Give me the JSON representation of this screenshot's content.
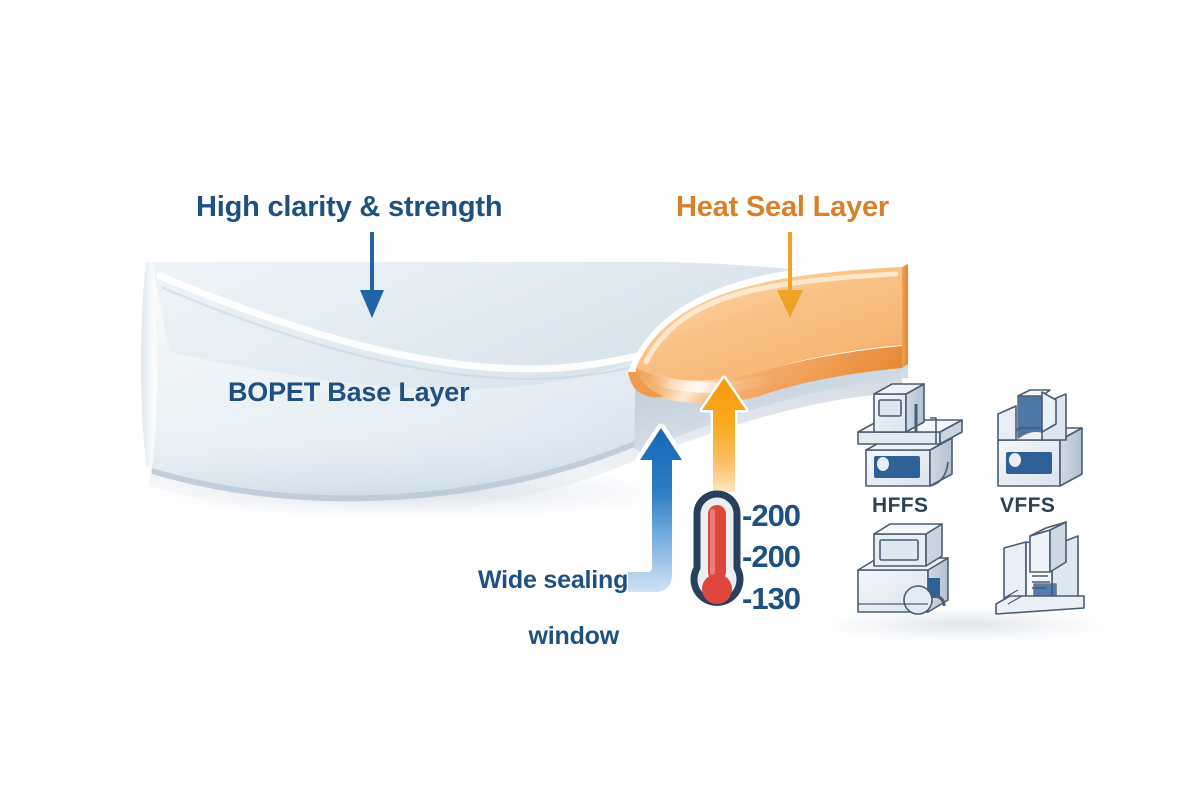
{
  "diagram": {
    "title_alt": "BOPET heat seal film structure",
    "background_color": "#ffffff"
  },
  "labels": {
    "high_clarity": "High clarity & strength",
    "heat_seal": "Heat Seal Layer",
    "base_layer": "BOPET Base Layer",
    "wide_sealing_line1": "Wide sealing",
    "wide_sealing_line2": "window"
  },
  "colors": {
    "blue_text": "#1f5180",
    "orange_text": "#d9812a",
    "dark_text": "#2b4254",
    "arrow_blue": "#1b6cb5",
    "arrow_orange": "#f6a01e",
    "film_base": "#dfe8ee",
    "heat_seal_fill": "#f8bd7c",
    "thermometer_red": "#e0473c",
    "thermometer_outline": "#27405c",
    "machine_blue": "#2f6096"
  },
  "thermometer": {
    "name": "sealing-temperature-thermometer",
    "readings": [
      "-200",
      "-200",
      "-130"
    ]
  },
  "machines": [
    {
      "id": "hffs",
      "label": "HFFS"
    },
    {
      "id": "vffs",
      "label": "VFFS"
    },
    {
      "id": "machine-3",
      "label": ""
    },
    {
      "id": "machine-4",
      "label": ""
    }
  ],
  "arrows": [
    {
      "id": "arrow-high-clarity",
      "direction": "down",
      "color": "#1b6cb5"
    },
    {
      "id": "arrow-heat-seal",
      "direction": "down",
      "color": "#f6a01e"
    },
    {
      "id": "arrow-wide-sealing",
      "direction": "up",
      "color": "#1b6cb5"
    },
    {
      "id": "arrow-heat-seal-up",
      "direction": "up",
      "color": "#f6a01e"
    }
  ]
}
